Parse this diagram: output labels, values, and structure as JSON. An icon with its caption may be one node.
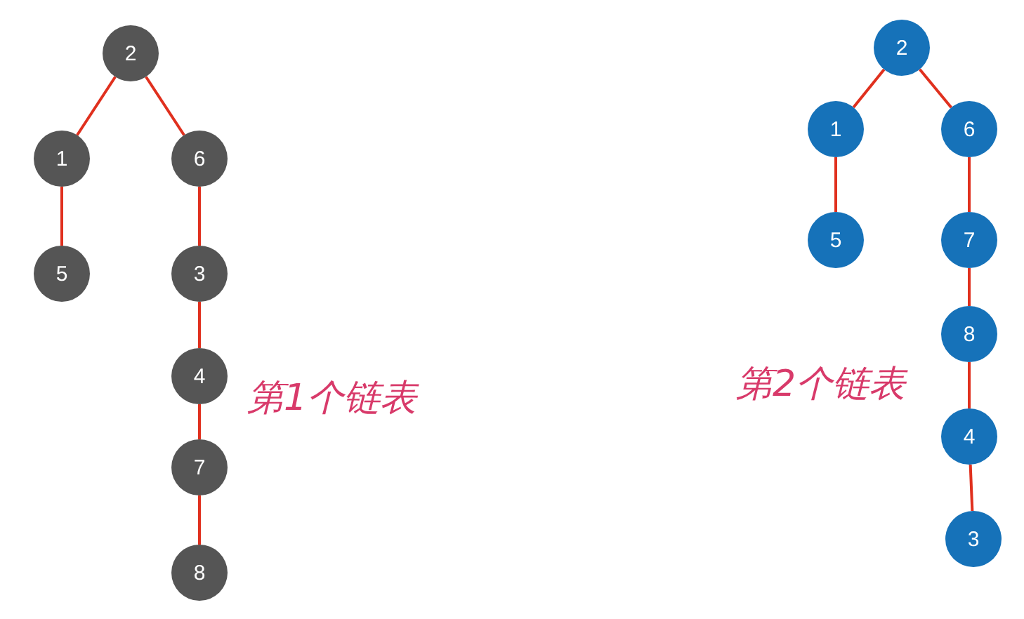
{
  "diagram": {
    "nodes": [
      {
        "text": [
          "2"
        ]
      },
      {
        "text": [
          "1"
        ]
      },
      {
        "text": [
          "6"
        ]
      },
      {
        "text": [
          "5"
        ]
      },
      {
        "text": [
          "3"
        ]
      },
      {
        "text": [
          "4"
        ]
      },
      {
        "text": [
          "7"
        ]
      },
      {
        "text": [
          "8"
        ]
      },
      {
        "text": [
          "2"
        ]
      },
      {
        "text": [
          "1"
        ]
      },
      {
        "text": [
          "6"
        ]
      },
      {
        "text": [
          "5"
        ]
      },
      {
        "text": [
          "7"
        ]
      },
      {
        "text": [
          "8"
        ]
      },
      {
        "text": [
          "4"
        ]
      },
      {
        "text": [
          "3"
        ]
      }
    ],
    "edges": [
      {
        "from": 0,
        "to": 1,
        "arrow": "none"
      },
      {
        "from": 0,
        "to": 2,
        "arrow": "none"
      },
      {
        "from": 1,
        "to": 3,
        "arrow": "none"
      },
      {
        "from": 2,
        "to": 4,
        "arrow": "none"
      },
      {
        "from": 4,
        "to": 5,
        "arrow": "none"
      },
      {
        "from": 5,
        "to": 6,
        "arrow": "none"
      },
      {
        "from": 6,
        "to": 7,
        "arrow": "none"
      },
      {
        "from": 8,
        "to": 9,
        "arrow": "none"
      },
      {
        "from": 8,
        "to": 10,
        "arrow": "none"
      },
      {
        "from": 9,
        "to": 11,
        "arrow": "none"
      },
      {
        "from": 10,
        "to": 12,
        "arrow": "none"
      },
      {
        "from": 12,
        "to": 13,
        "arrow": "none"
      },
      {
        "from": 13,
        "to": 14,
        "arrow": "none"
      },
      {
        "from": 14,
        "to": 15,
        "arrow": "none"
      }
    ],
    "labels": [
      "第1个链表",
      "第2个链表"
    ]
  }
}
